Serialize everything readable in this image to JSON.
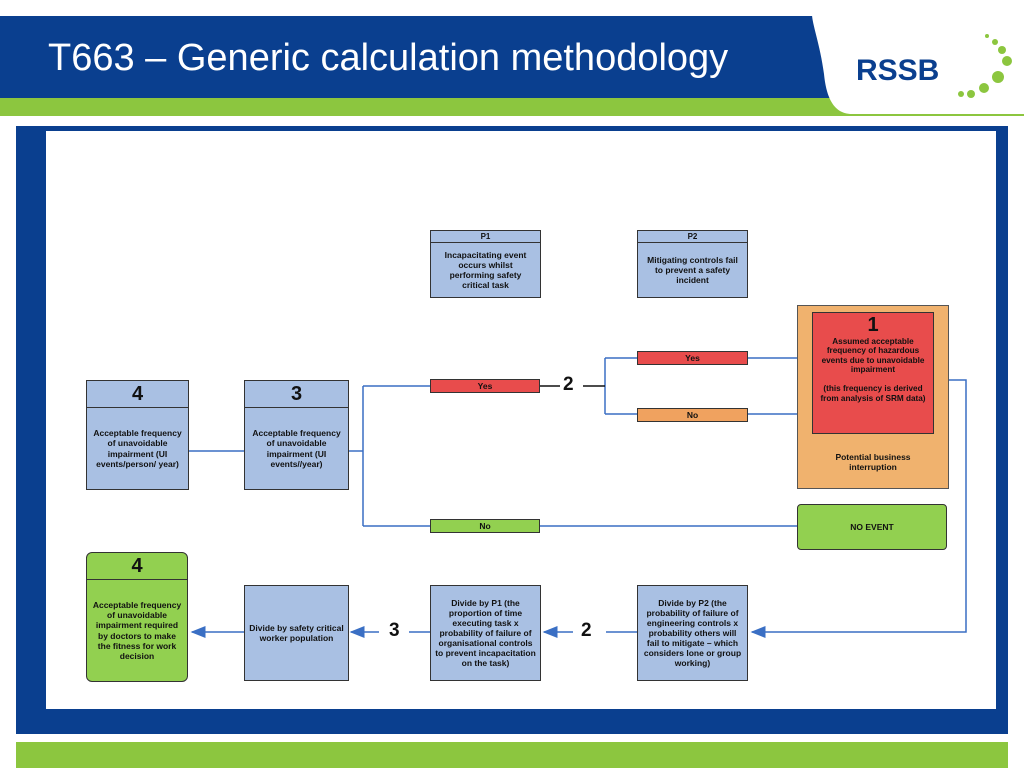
{
  "slide": {
    "title": "T663 – Generic calculation methodology",
    "logo_text": "RSSB",
    "colors": {
      "header_blue": "#0a3f8f",
      "accent_green": "#8cc63f",
      "box_blue": "#a9c0e3",
      "box_red": "#e84c4c",
      "box_orange": "#f0a25f",
      "box_green": "#92d050",
      "arrow_blue": "#3a6fc4"
    }
  },
  "diagram": {
    "p1": {
      "head": "P1",
      "body": "Incapacitating event occurs whilst performing safety critical task"
    },
    "p2": {
      "head": "P2",
      "body": "Mitigating controls fail to prevent a safety incident"
    },
    "box1": {
      "num": "1",
      "body": "Assumed acceptable frequency of hazardous events due to unavoidable impairment\n\n(this frequency is derived from analysis of SRM data)",
      "footer": "Potential business interruption"
    },
    "box3": {
      "num": "3",
      "body": "Acceptable frequency of unavoidable impairment (UI events//year)"
    },
    "box4_top": {
      "num": "4",
      "body": "Acceptable frequency of unavoidable impairment (UI events/person/ year)"
    },
    "box4_bottom": {
      "num": "4",
      "body": "Acceptable frequency of unavoidable impairment required by doctors to make the fitness for work decision"
    },
    "div_p2": "Divide by P2 (the probability of failure of engineering controls x probability others will fail to mitigate – which considers lone or group working)",
    "div_p1": "Divide by P1 (the proportion of time executing task x probability of failure of organisational controls to prevent incapacitation on the task)",
    "div_pop": "Divide by safety critical worker population",
    "no_event": "NO EVENT",
    "bars": {
      "yes_right": "Yes",
      "no_right": "No",
      "yes_left": "Yes",
      "no_left": "No"
    },
    "steps": {
      "s2_top": "2",
      "s2_bottom": "2",
      "s3_bottom": "3"
    }
  }
}
